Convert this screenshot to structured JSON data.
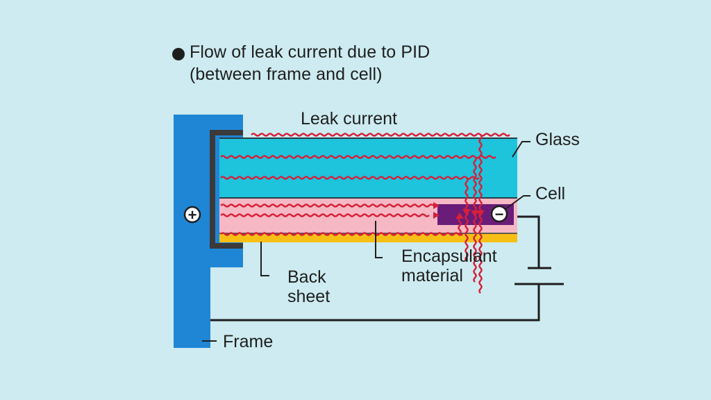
{
  "title": {
    "line1": "Flow of leak current due to PID",
    "line2": "(between frame and cell)"
  },
  "labels": {
    "leak_current": "Leak current",
    "glass": "Glass",
    "cell": "Cell",
    "encapsulant_line1": "Encapsulant",
    "encapsulant_line2": "material",
    "back_sheet_line1": "Back",
    "back_sheet_line2": "sheet",
    "frame": "Frame"
  },
  "symbols": {
    "positive": "+",
    "negative": "−"
  },
  "colors": {
    "background": "#cdebf0",
    "frame": "#1f86d6",
    "glass": "#1ec3dc",
    "encapsulant": "#f6b8c4",
    "back_sheet": "#f7bf16",
    "cell": "#6a1c78",
    "leak_current": "#d6203a",
    "wire": "#1e1e1e"
  }
}
